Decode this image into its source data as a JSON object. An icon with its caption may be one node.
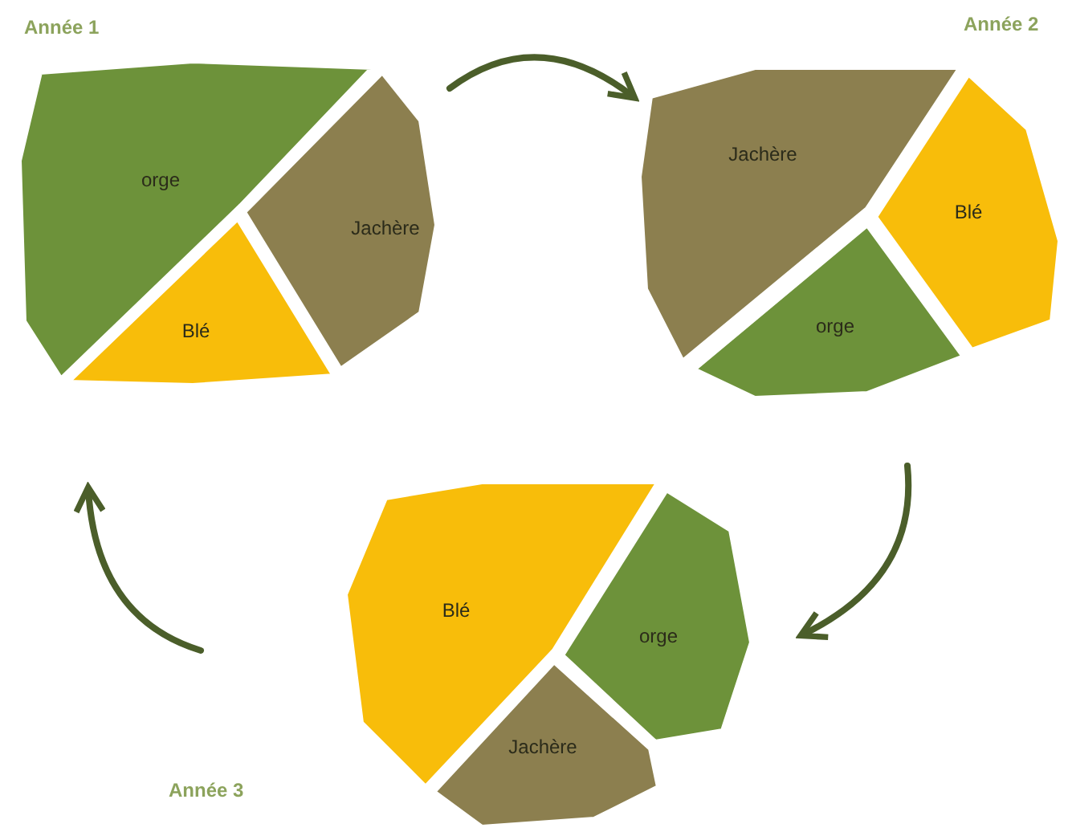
{
  "diagram": {
    "nodes": [
      {
        "text": [
          "Année 1"
        ]
      },
      {
        "text": [
          "orge"
        ],
        "in": 0
      },
      {
        "text": [
          "Jachère"
        ],
        "in": 0
      },
      {
        "text": [
          "Blé"
        ],
        "in": 0
      },
      {
        "text": [
          "Année 2"
        ]
      },
      {
        "text": [
          "Jachère"
        ],
        "in": 4
      },
      {
        "text": [
          "Blé"
        ],
        "in": 4
      },
      {
        "text": [
          "orge"
        ],
        "in": 4
      },
      {
        "text": [
          "Année 3"
        ]
      },
      {
        "text": [
          "Blé"
        ],
        "in": 8
      },
      {
        "text": [
          "orge"
        ],
        "in": 8
      },
      {
        "text": [
          "Jachère"
        ],
        "in": 8
      }
    ],
    "edges": [
      {
        "from": 0,
        "to": 4,
        "arrow": "to"
      },
      {
        "from": 4,
        "to": 8,
        "arrow": "to"
      },
      {
        "from": 8,
        "to": 0,
        "arrow": "to"
      }
    ]
  }
}
